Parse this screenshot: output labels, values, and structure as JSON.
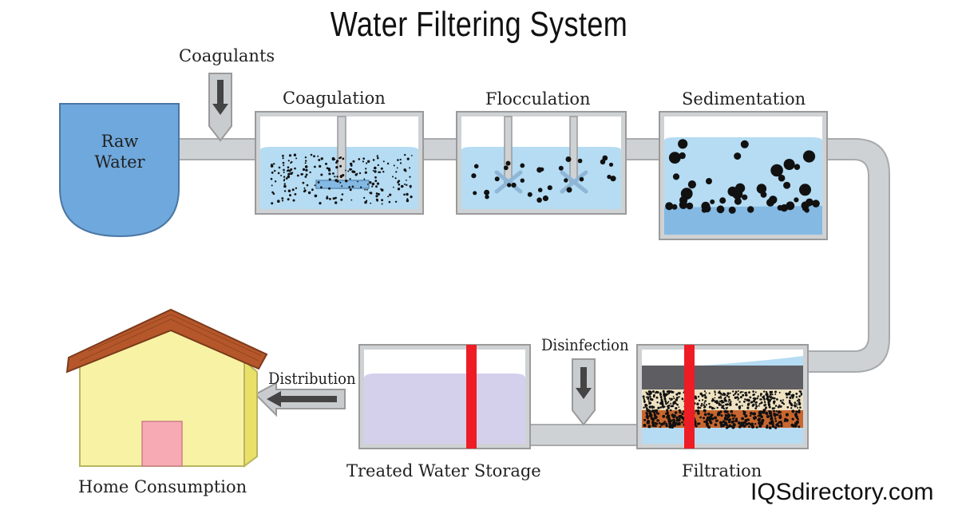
{
  "title": "Water Filtering System",
  "labels": {
    "coagulants": "Coagulants",
    "raw_water": "Raw Water",
    "coagulation": "Coagulation",
    "flocculation": "Flocculation",
    "sedimentation": "Sedimentation",
    "disinfection": "Disinfection",
    "filtration": "Filtration",
    "treated_water_storage": "Treated Water Storage",
    "distribution": "Distribution",
    "home_consumption": "Home Consumption"
  },
  "brand": "IQSdirectory.com",
  "colors": {
    "pipe": "#cfd2d4",
    "tank_wall": "#9a9a9a",
    "raw_water": "#6fa8dc",
    "water_light": "#b5dcf3",
    "water_deep": "#84b9e3",
    "storage_water": "#d4d0ec",
    "disinfect_bar": "#ee1c24",
    "roof": "#b5572a",
    "house_wall": "#f8f3a4",
    "door": "#f7aab4"
  },
  "icons": [
    "down-arrow-icon",
    "left-arrow-icon",
    "mixer-paddle-icon"
  ]
}
